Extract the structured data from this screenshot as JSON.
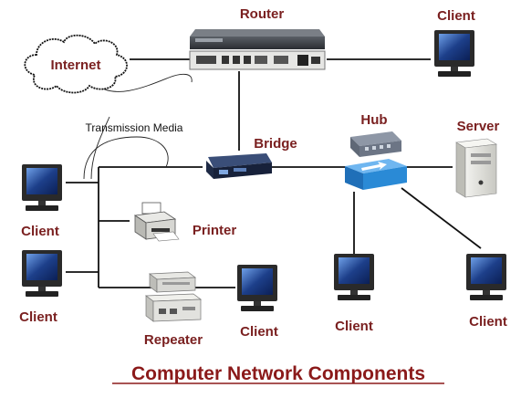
{
  "title": "Computer Network Components",
  "nodes": {
    "router": "Router",
    "client_top_right": "Client",
    "internet": "Internet",
    "transmission_media": "Transmission Media",
    "bridge": "Bridge",
    "hub": "Hub",
    "server": "Server",
    "client_left_1": "Client",
    "client_left_2": "Client",
    "printer": "Printer",
    "repeater": "Repeater",
    "client_bottom_mid": "Client",
    "client_bottom_hub": "Client",
    "client_bottom_right": "Client"
  },
  "colors": {
    "label": "#7a2020",
    "title": "#8b1a1a",
    "hub_blue": "#2a8ad6",
    "monitor_screen": "#1d3f8a"
  }
}
